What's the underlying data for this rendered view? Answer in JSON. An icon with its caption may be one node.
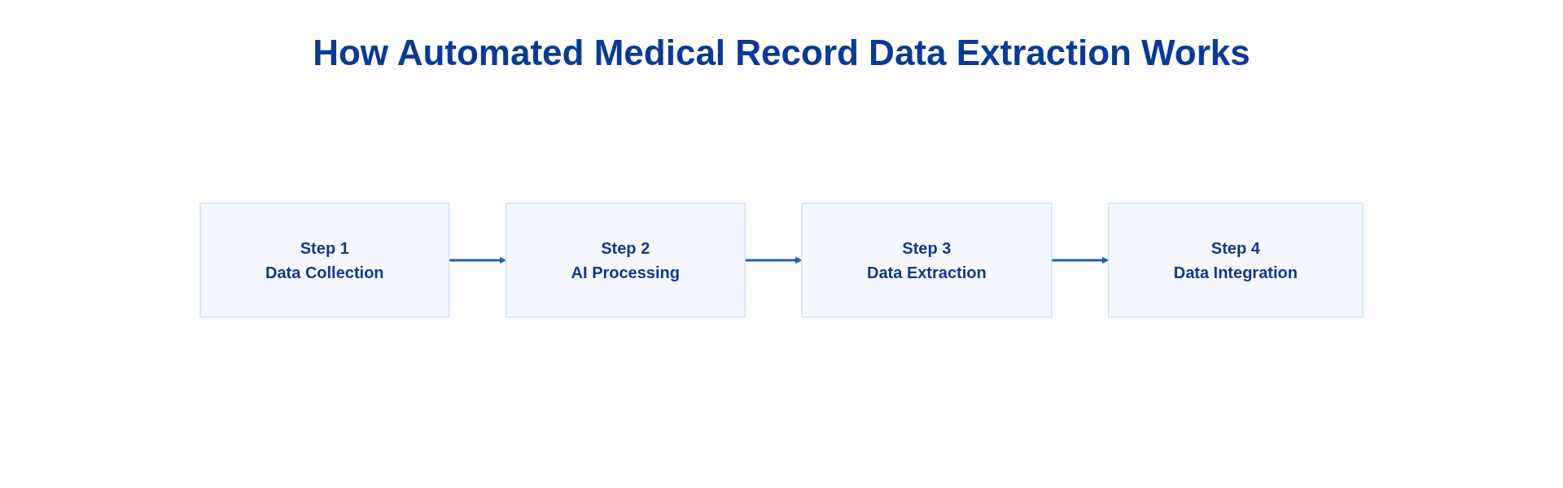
{
  "diagram": {
    "title": "How Automated Medical Record Data Extraction Works",
    "nodes": [
      {
        "text": [
          "Step 1",
          "Data Collection"
        ]
      },
      {
        "text": [
          "Step 2",
          "AI Processing"
        ]
      },
      {
        "text": [
          "Step 3",
          "Data Extraction"
        ]
      },
      {
        "text": [
          "Step 4",
          "Data Integration"
        ]
      }
    ],
    "edges": [
      {
        "from": 0,
        "to": 1,
        "arrow": "to"
      },
      {
        "from": 1,
        "to": 2,
        "arrow": "to"
      },
      {
        "from": 2,
        "to": 3,
        "arrow": "to"
      }
    ]
  }
}
